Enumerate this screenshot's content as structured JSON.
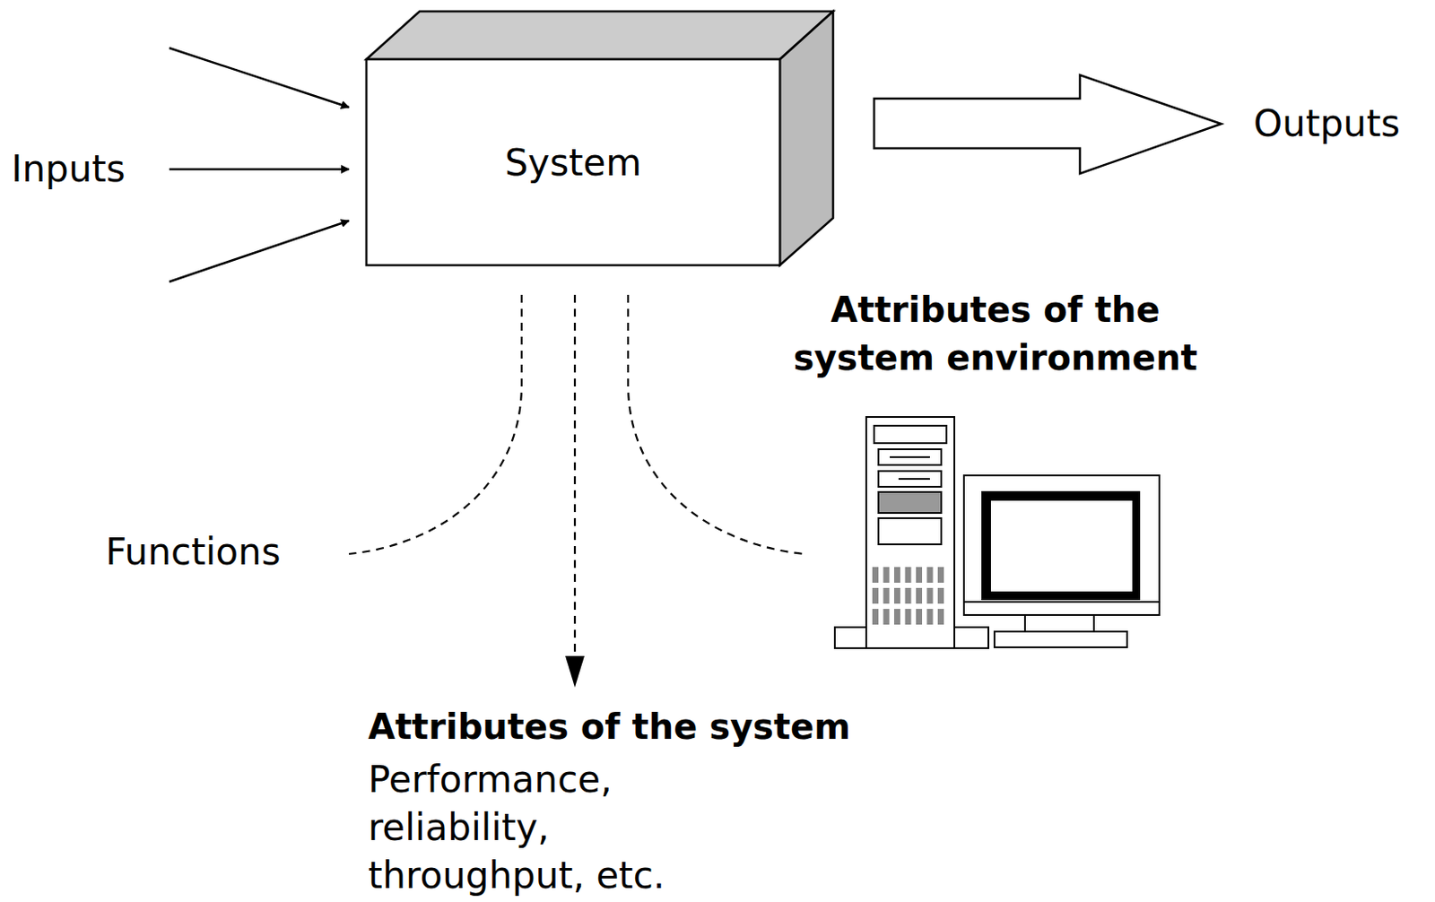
{
  "diagram": {
    "nodes": [
      {
        "text": [
          "System"
        ]
      }
    ],
    "labels": [
      "Inputs",
      "Outputs",
      "Functions",
      "Attributes of the system environment",
      "Attributes of the system",
      "Performance, reliability, throughput, etc."
    ]
  }
}
